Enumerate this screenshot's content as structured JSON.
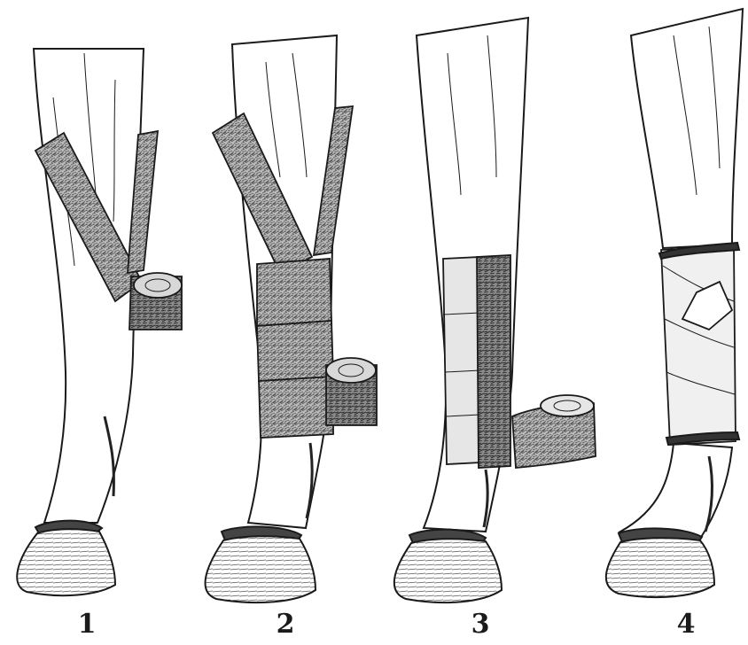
{
  "figure": {
    "panels": [
      {
        "label": "1"
      },
      {
        "label": "2"
      },
      {
        "label": "3"
      },
      {
        "label": "4"
      }
    ]
  }
}
